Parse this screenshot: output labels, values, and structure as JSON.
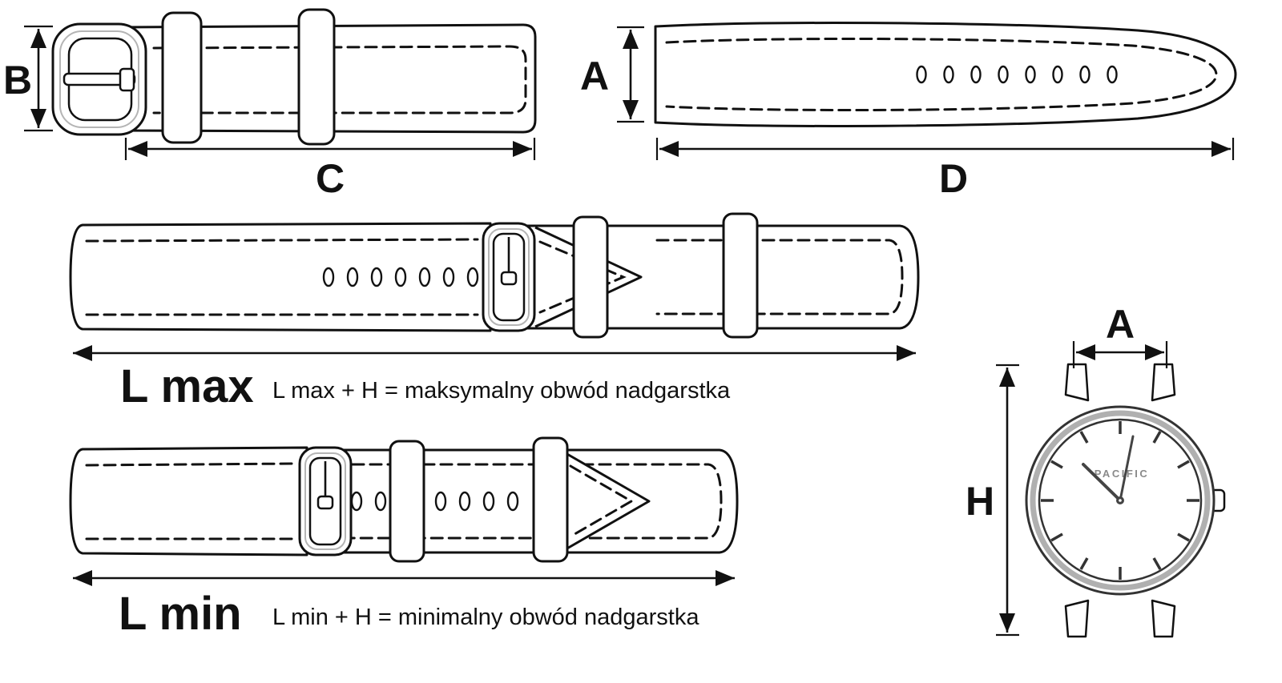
{
  "page": {
    "background": "#ffffff",
    "line_color": "#111111"
  },
  "buckle_strap": {
    "width_label": "B",
    "length_label": "C"
  },
  "tip_strap": {
    "width_label": "A",
    "length_label": "D"
  },
  "l_max": {
    "label": "L max",
    "formula": "L max + H  = maksymalny obwód nadgarstka"
  },
  "l_min": {
    "label": "L min",
    "formula": "L min + H  = minimalny obwód nadgarstka"
  },
  "watch": {
    "brand": "PACIFIC",
    "lug_width_label": "A",
    "height_label": "H"
  }
}
